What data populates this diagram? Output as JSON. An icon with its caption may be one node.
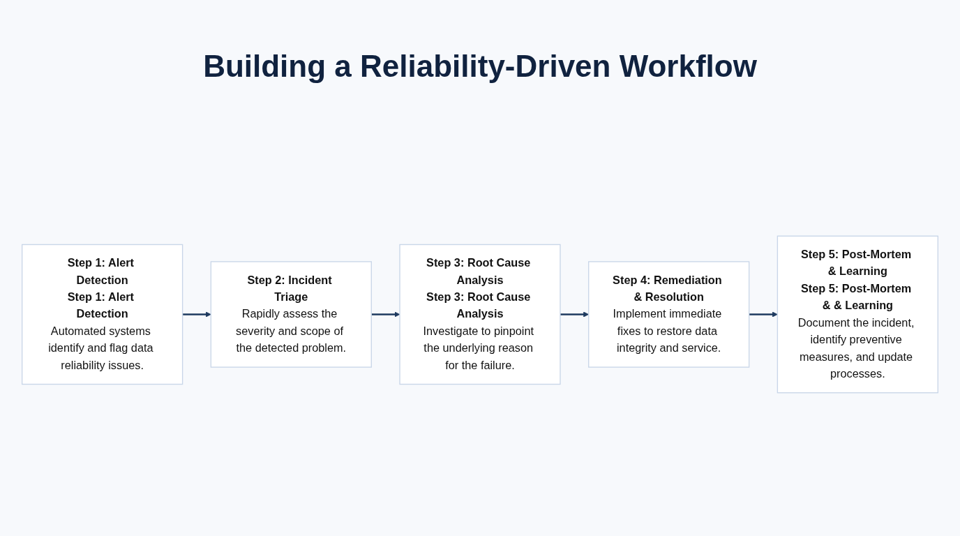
{
  "diagram": {
    "title": "Building a Reliability-Driven Workflow",
    "nodes": [
      {
        "text": [
          "Step 1: Alert Detection",
          "Step 1: Alert Detection",
          "Automated systems identify and flag data reliability issues."
        ]
      },
      {
        "text": [
          "Step 2: Incident Triage",
          "Rapidly assess the severity and scope of the detected problem."
        ]
      },
      {
        "text": [
          "Step 3: Root Cause Analysis",
          "Step 3: Root Cause Analysis",
          "Investigate to pinpoint the underlying reason for the failure."
        ]
      },
      {
        "text": [
          "Step 4: Remediation & Resolution",
          "Implement immediate fixes to restore data integrity and service."
        ]
      },
      {
        "text": [
          "Step 5: Post-Mortem & Learning",
          "Step 5: Post-Mortem & & Learning",
          "Document the incident, identify preventive measures, and update processes."
        ]
      }
    ],
    "edges": [
      {
        "from": 0,
        "to": 1,
        "arrow": "to"
      },
      {
        "from": 1,
        "to": 2,
        "arrow": "to"
      },
      {
        "from": 2,
        "to": 3,
        "arrow": "to"
      },
      {
        "from": 3,
        "to": 4,
        "arrow": "to"
      }
    ]
  }
}
